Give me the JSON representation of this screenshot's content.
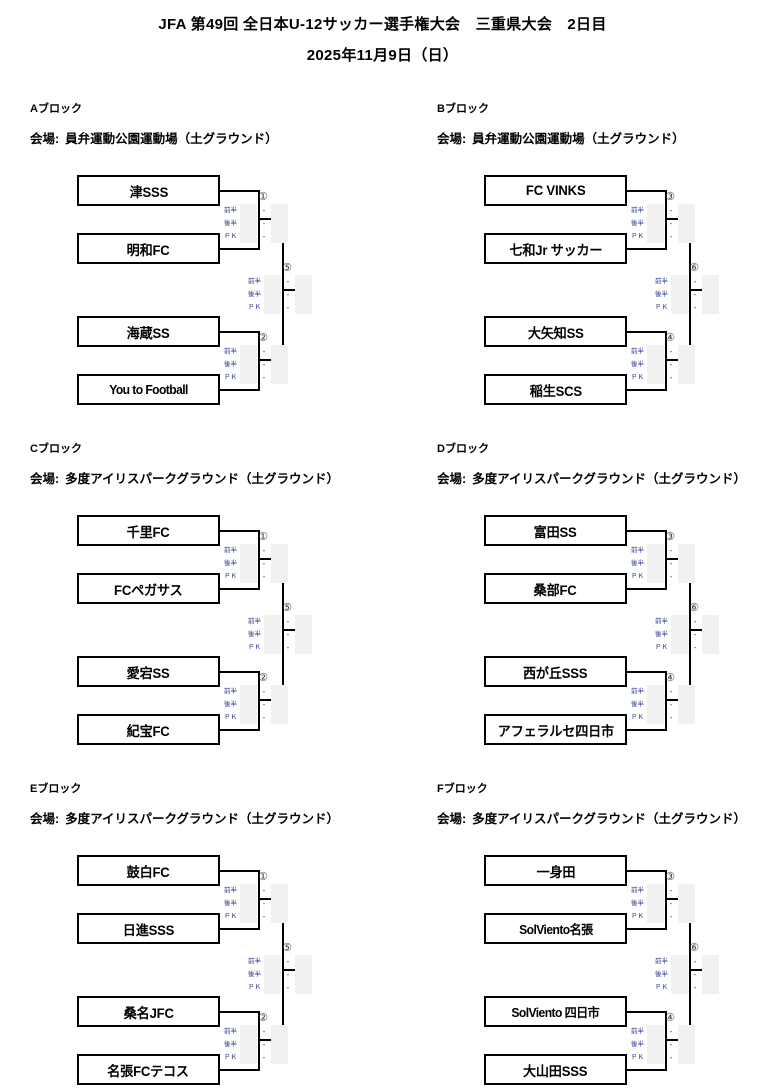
{
  "header": {
    "title": "JFA 第49回 全日本U-12サッカー選手権大会　三重県大会　2日目",
    "date": "2025年11月9日（日）"
  },
  "labels": {
    "venue_key": "会場:",
    "first_half": "前半",
    "second_half": "後半",
    "pk": "ＰＫ",
    "dash": "-"
  },
  "blocks": [
    {
      "id": "a",
      "label": "Aブロック",
      "venue": "員弁運動公園運動場（土グラウンド）",
      "teams": [
        "津SSS",
        "明和FC",
        "海蔵SS",
        "You to Football"
      ],
      "matches": [
        {
          "no": "①",
          "rows": [
            {
              "half": "前半",
              "score": "-"
            },
            {
              "half": "後半",
              "score": "-"
            },
            {
              "half": "ＰＫ",
              "score": "-"
            }
          ]
        },
        {
          "no": "②",
          "rows": [
            {
              "half": "前半",
              "score": "-"
            },
            {
              "half": "後半",
              "score": "-"
            },
            {
              "half": "ＰＫ",
              "score": "-"
            }
          ]
        },
        {
          "no": "⑤",
          "rows": [
            {
              "half": "前半",
              "score": "-"
            },
            {
              "half": "後半",
              "score": "-"
            },
            {
              "half": "ＰＫ",
              "score": "-"
            }
          ]
        }
      ]
    },
    {
      "id": "b",
      "label": "Bブロック",
      "venue": "員弁運動公園運動場（土グラウンド）",
      "teams": [
        "FC VINKS",
        "七和Jr サッカー",
        "大矢知SS",
        "稲生SCS"
      ],
      "matches": [
        {
          "no": "③",
          "rows": [
            {
              "half": "前半",
              "score": "-"
            },
            {
              "half": "後半",
              "score": "-"
            },
            {
              "half": "ＰＫ",
              "score": "-"
            }
          ]
        },
        {
          "no": "④",
          "rows": [
            {
              "half": "前半",
              "score": "-"
            },
            {
              "half": "後半",
              "score": "-"
            },
            {
              "half": "ＰＫ",
              "score": "-"
            }
          ]
        },
        {
          "no": "⑥",
          "rows": [
            {
              "half": "前半",
              "score": "-"
            },
            {
              "half": "後半",
              "score": "-"
            },
            {
              "half": "ＰＫ",
              "score": "-"
            }
          ]
        }
      ]
    },
    {
      "id": "c",
      "label": "Cブロック",
      "venue": "多度アイリスパークグラウンド（土グラウンド）",
      "teams": [
        "千里FC",
        "FCペガサス",
        "愛宕SS",
        "紀宝FC"
      ],
      "matches": [
        {
          "no": "①",
          "rows": [
            {
              "half": "前半",
              "score": "-"
            },
            {
              "half": "後半",
              "score": "-"
            },
            {
              "half": "ＰＫ",
              "score": "-"
            }
          ]
        },
        {
          "no": "②",
          "rows": [
            {
              "half": "前半",
              "score": "-"
            },
            {
              "half": "後半",
              "score": "-"
            },
            {
              "half": "ＰＫ",
              "score": "-"
            }
          ]
        },
        {
          "no": "⑤",
          "rows": [
            {
              "half": "前半",
              "score": "-"
            },
            {
              "half": "後半",
              "score": "-"
            },
            {
              "half": "ＰＫ",
              "score": "-"
            }
          ]
        }
      ]
    },
    {
      "id": "d",
      "label": "Dブロック",
      "venue": "多度アイリスパークグラウンド（土グラウンド）",
      "teams": [
        "富田SS",
        "桑部FC",
        "西が丘SSS",
        "アフェラルセ四日市"
      ],
      "matches": [
        {
          "no": "③",
          "rows": [
            {
              "half": "前半",
              "score": "-"
            },
            {
              "half": "後半",
              "score": "-"
            },
            {
              "half": "ＰＫ",
              "score": "-"
            }
          ]
        },
        {
          "no": "④",
          "rows": [
            {
              "half": "前半",
              "score": "-"
            },
            {
              "half": "後半",
              "score": "-"
            },
            {
              "half": "ＰＫ",
              "score": "-"
            }
          ]
        },
        {
          "no": "⑥",
          "rows": [
            {
              "half": "前半",
              "score": "-"
            },
            {
              "half": "後半",
              "score": "-"
            },
            {
              "half": "ＰＫ",
              "score": "-"
            }
          ]
        }
      ]
    },
    {
      "id": "e",
      "label": "Eブロック",
      "venue": "多度アイリスパークグラウンド（土グラウンド）",
      "teams": [
        "鼓白FC",
        "日進SSS",
        "桑名JFC",
        "名張FCテコス"
      ],
      "matches": [
        {
          "no": "①",
          "rows": [
            {
              "half": "前半",
              "score": "-"
            },
            {
              "half": "後半",
              "score": "-"
            },
            {
              "half": "ＰＫ",
              "score": "-"
            }
          ]
        },
        {
          "no": "②",
          "rows": [
            {
              "half": "前半",
              "score": "-"
            },
            {
              "half": "後半",
              "score": "-"
            },
            {
              "half": "ＰＫ",
              "score": "-"
            }
          ]
        },
        {
          "no": "⑤",
          "rows": [
            {
              "half": "前半",
              "score": "-"
            },
            {
              "half": "後半",
              "score": "-"
            },
            {
              "half": "ＰＫ",
              "score": "-"
            }
          ]
        }
      ]
    },
    {
      "id": "f",
      "label": "Fブロック",
      "venue": "多度アイリスパークグラウンド（土グラウンド）",
      "teams": [
        "一身田",
        "SolViento名張",
        "SolViento 四日市",
        "大山田SSS"
      ],
      "matches": [
        {
          "no": "③",
          "rows": [
            {
              "half": "前半",
              "score": "-"
            },
            {
              "half": "後半",
              "score": "-"
            },
            {
              "half": "ＰＫ",
              "score": "-"
            }
          ]
        },
        {
          "no": "④",
          "rows": [
            {
              "half": "前半",
              "score": "-"
            },
            {
              "half": "後半",
              "score": "-"
            },
            {
              "half": "ＰＫ",
              "score": "-"
            }
          ]
        },
        {
          "no": "⑥",
          "rows": [
            {
              "half": "前半",
              "score": "-"
            },
            {
              "half": "後半",
              "score": "-"
            },
            {
              "half": "ＰＫ",
              "score": "-"
            }
          ]
        }
      ]
    }
  ]
}
